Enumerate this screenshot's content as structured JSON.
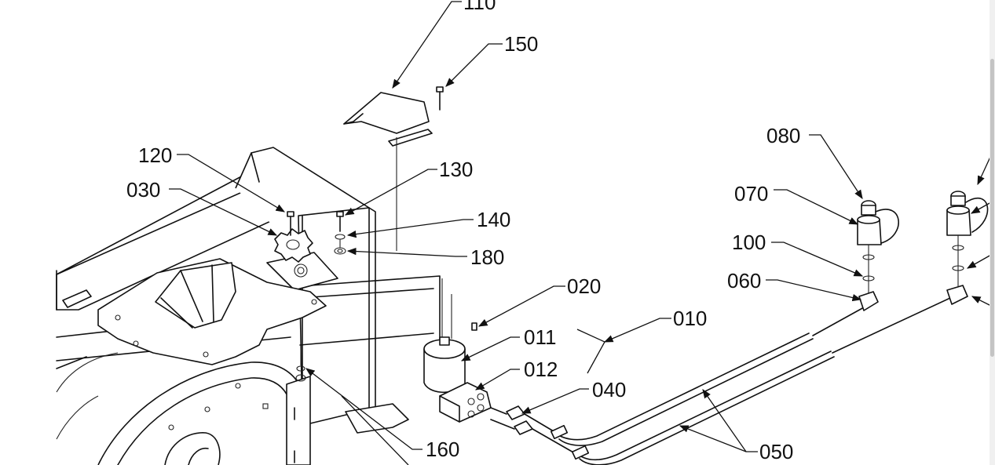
{
  "callouts": [
    {
      "id": "c-110",
      "text": "110"
    },
    {
      "id": "c-150",
      "text": "150"
    },
    {
      "id": "c-120",
      "text": "120"
    },
    {
      "id": "c-030",
      "text": "030"
    },
    {
      "id": "c-130",
      "text": "130"
    },
    {
      "id": "c-140",
      "text": "140"
    },
    {
      "id": "c-180",
      "text": "180"
    },
    {
      "id": "c-020",
      "text": "020"
    },
    {
      "id": "c-011",
      "text": "011"
    },
    {
      "id": "c-012",
      "text": "012"
    },
    {
      "id": "c-010",
      "text": "010"
    },
    {
      "id": "c-040",
      "text": "040"
    },
    {
      "id": "c-160",
      "text": "160"
    },
    {
      "id": "c-050",
      "text": "050"
    },
    {
      "id": "c-080",
      "text": "080"
    },
    {
      "id": "c-070",
      "text": "070"
    },
    {
      "id": "c-100",
      "text": "100"
    },
    {
      "id": "c-060",
      "text": "060"
    }
  ]
}
